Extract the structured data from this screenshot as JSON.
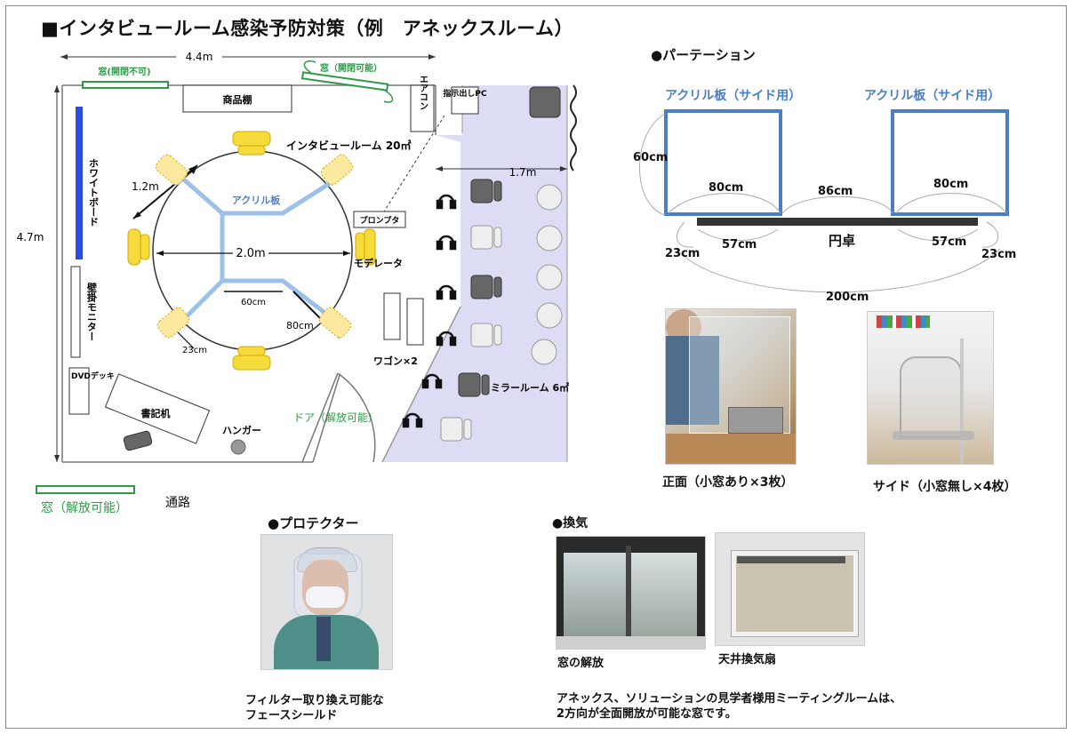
{
  "page_title": "■インタビュールーム感染予防対策（例　アネックスルーム）",
  "floorplan": {
    "dim_width": "4.4m",
    "dim_height": "4.7m",
    "window_fixed": "窓(開閉不可)",
    "window_open": "窓（開閉可能）",
    "shelf": "商品棚",
    "aircon": "エアコン",
    "instruct_pc": "指示出しPC",
    "room_label": "インタビュールーム 20㎡",
    "whiteboard": "ホワイトボード",
    "acrylic": "アクリル板",
    "prompter": "プロンプタ",
    "moderator": "モデレータ",
    "dim_table": "2.0m",
    "dim_diag": "1.2m",
    "dim_60": "60cm",
    "dim_80": "80cm",
    "dim_23": "23cm",
    "monitor": "壁掛モニター",
    "dvd": "DVDデッキ",
    "clerk_desk": "書記机",
    "hanger": "ハンガー",
    "door": "ドア（解放可能）",
    "wagon": "ワゴン×2",
    "mirror_room": "ミラールーム 6㎡",
    "mirror_width": "1.7m"
  },
  "legend": {
    "window": "窓（解放可能）",
    "aisle": "通路"
  },
  "partition": {
    "heading": "●パーテーション",
    "acrylic_left": "アクリル板（サイド用）",
    "acrylic_right": "アクリル板（サイド用）",
    "height": "60cm",
    "width_left": "80cm",
    "width_right": "80cm",
    "gap": "86cm",
    "table": "円卓",
    "overhang_left": "57cm",
    "overhang_right": "57cm",
    "edge_left": "23cm",
    "edge_right": "23cm",
    "total": "200cm"
  },
  "photos": {
    "front_caption": "正面（小窓あり×3枚）",
    "side_caption": "サイド（小窓無し×4枚）"
  },
  "protector": {
    "heading": "●プロテクター",
    "caption_line1": "フィルター取り換え可能な",
    "caption_line2": "フェースシールド"
  },
  "ventilation": {
    "heading": "●換気",
    "window_caption": "窓の解放",
    "fan_caption": "天井換気扇",
    "note_line1": "アネックス、ソリューションの見学者様用ミーティングルームは、",
    "note_line2": "2方向が全面開放が可能な窓です。"
  },
  "colors": {
    "acrylic_blue": "#4a7fc4",
    "window_green": "#2e9b48",
    "mirror_fill": "#dcdcf5",
    "chair_yellow": "#f5dc3c",
    "whiteboard_blue": "#2b4fd8"
  }
}
